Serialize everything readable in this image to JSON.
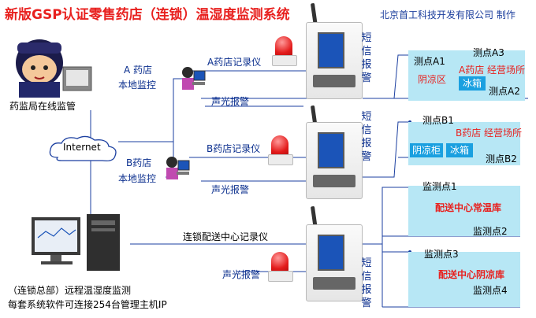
{
  "header": {
    "title": "新版GSP认证零售药店（连锁）温湿度监测系统",
    "company": "北京首工科技开发有限公司 制作"
  },
  "left": {
    "regulator_label": "药监局在线监管",
    "internet_label": "Internet",
    "hq_line1": "（连锁总部）远程温湿度监测",
    "hq_line2": "每套系统软件可连接254台管理主机IP"
  },
  "store_a": {
    "local_line1": "A 药店",
    "local_line2": "本地监控",
    "recorder": "A药店记录仪",
    "alarm": "声光报警",
    "sms": [
      "短",
      "信",
      "报",
      "警"
    ],
    "points": [
      "测点A1",
      "测点A3",
      "测点A2"
    ],
    "zone_title": "A药店  经营场所",
    "areas": [
      "阴凉区",
      "冰箱"
    ]
  },
  "store_b": {
    "local_line1": "B药店",
    "local_line2": "本地监控",
    "recorder": "B药店记录仪",
    "alarm": "声光报警",
    "sms": [
      "短",
      "信",
      "报",
      "警"
    ],
    "points": [
      "测点B1",
      "测点B2"
    ],
    "zone_title": "B药店  经营场所",
    "areas": [
      "阴凉柜",
      "冰箱"
    ]
  },
  "center": {
    "recorder": "连锁配送中心记录仪",
    "alarm": "声光报警",
    "sms": [
      "短",
      "信",
      "报",
      "警"
    ],
    "normal_points": [
      "监测点1",
      "监测点2"
    ],
    "normal_zone": "配送中心常温库",
    "cool_points": [
      "监测点3",
      "监测点4"
    ],
    "cool_zone": "配送中心阴凉库"
  },
  "colors": {
    "title_red": "#e8201e",
    "label_blue": "#0b2f8e",
    "zone_cyan": "#b7e7f5",
    "area_blue": "#1aa0e0",
    "wire_blue": "#1b3fa0"
  }
}
